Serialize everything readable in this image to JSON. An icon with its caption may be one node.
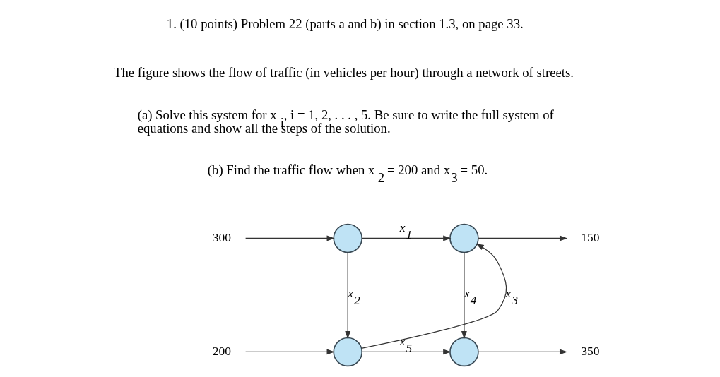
{
  "diagram": {
    "nodes": [
      {
        "text": [
          "300"
        ]
      },
      {
        "text": [],
        "shape": "circle"
      },
      {
        "text": [],
        "shape": "circle"
      },
      {
        "text": [
          "150"
        ]
      },
      {
        "text": [
          "200"
        ]
      },
      {
        "text": [],
        "shape": "circle"
      },
      {
        "text": [],
        "shape": "circle"
      },
      {
        "text": [
          "350"
        ]
      }
    ],
    "edges": [
      {
        "from": 0,
        "to": 1,
        "arrow": "to"
      },
      {
        "from": 1,
        "to": 2,
        "arrow": "to",
        "label": "x$_{1}$"
      },
      {
        "from": 2,
        "to": 3,
        "arrow": "to"
      },
      {
        "from": 1,
        "to": 5,
        "arrow": "to",
        "label": "x$_{2}$"
      },
      {
        "from": 5,
        "to": 2,
        "arrow": "to",
        "label": "x$_{3}$"
      },
      {
        "from": 2,
        "to": 6,
        "arrow": "to",
        "label": "x$_{4}$"
      },
      {
        "from": 4,
        "to": 5,
        "arrow": "to"
      },
      {
        "from": 5,
        "to": 6,
        "arrow": "to",
        "label": "x$_{5}$"
      },
      {
        "from": 6,
        "to": 7,
        "arrow": "to"
      }
    ],
    "labels": [
      "1. (10 points) Problem 22 (parts a and b) in section 1.3, on page 33.",
      "The figure shows the flow of traffic (in vehicles per hour) through a network of streets.",
      "(a) Solve this system for x$_{i}$, i = 1, 2, . . . , 5. Be sure to write the full system of equations and show all the steps of the solution.",
      "(b) Find the traffic flow when x$_{2}$ = 200 and x$_{3}$ = 50."
    ]
  }
}
